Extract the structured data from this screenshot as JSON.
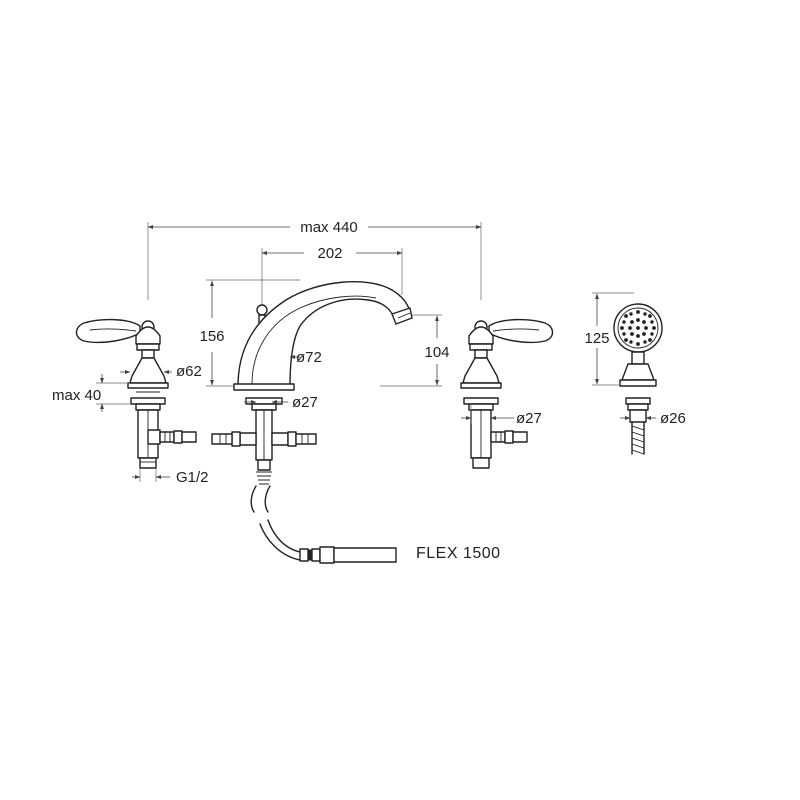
{
  "colors": {
    "line": "#222222",
    "background": "#ffffff"
  },
  "dimensions": {
    "overall_width": "max 440",
    "spout_reach": "202",
    "spout_height": "156",
    "outlet_height": "104",
    "rosette_diameter": "ø62",
    "spout_base_diameter": "ø72",
    "spout_shank_diameter": "ø27",
    "valve_shank_diameter": "ø27",
    "deck_thickness": "max 40",
    "thread": "G1/2",
    "handshower_height": "125",
    "handshower_shank_diameter": "ø26",
    "hose": "FLEX 1500"
  }
}
